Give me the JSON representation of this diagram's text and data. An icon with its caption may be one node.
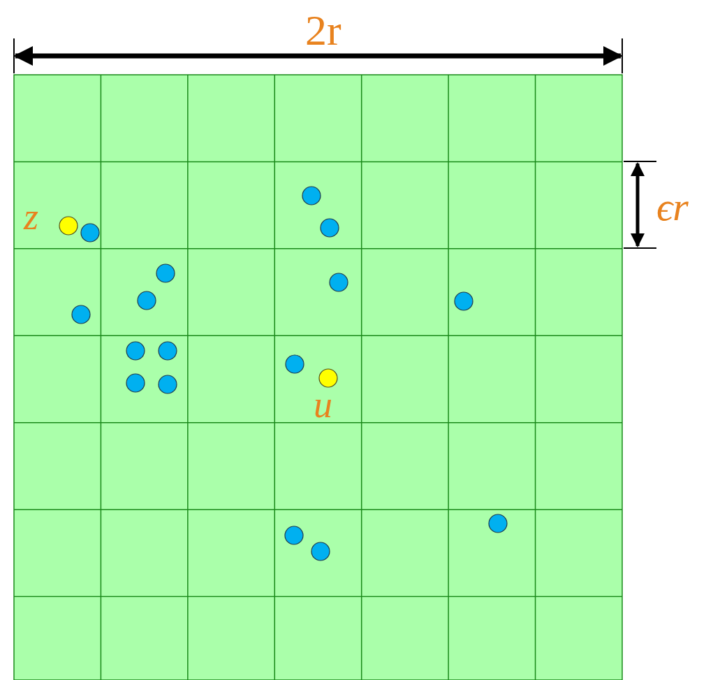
{
  "diagram": {
    "labels": [
      "2r",
      "ϵr",
      "z",
      "u"
    ]
  }
}
